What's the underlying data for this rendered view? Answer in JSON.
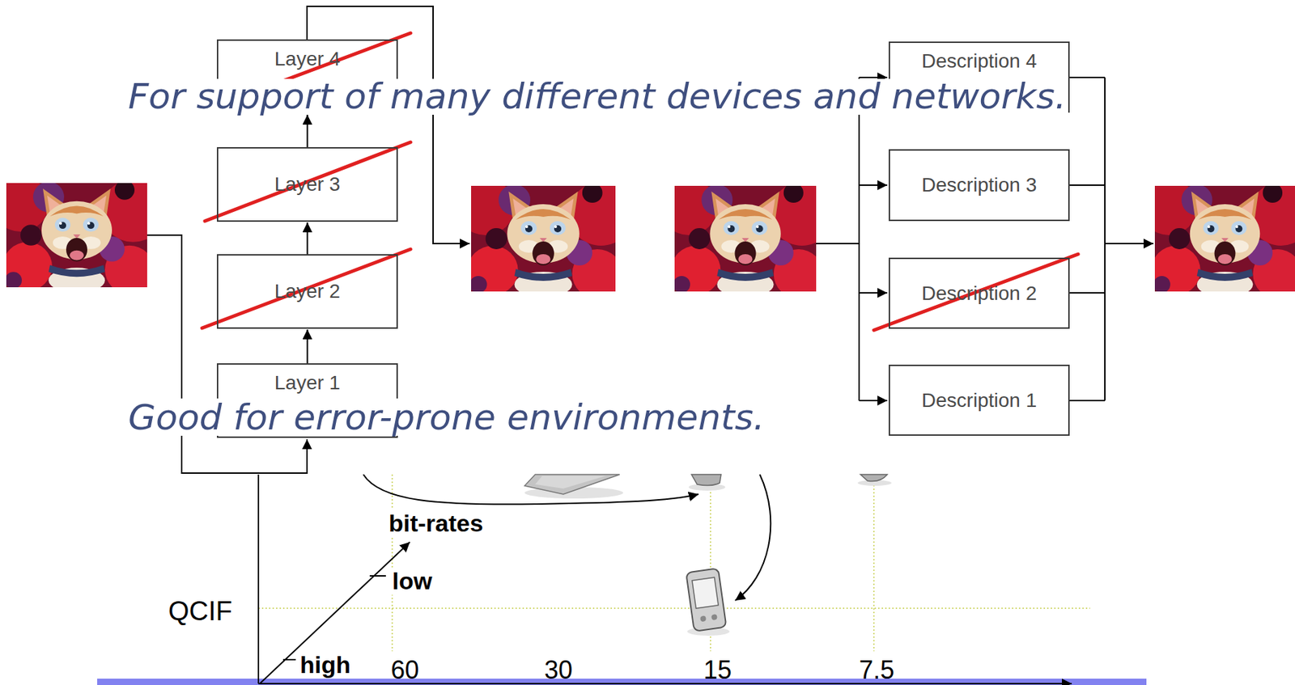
{
  "diagram": {
    "nodes": [
      {
        "text": [
          "Layer 4"
        ]
      },
      {
        "text": [
          "Layer 3"
        ]
      },
      {
        "text": [
          "Layer 2"
        ]
      },
      {
        "text": [
          "Layer 1"
        ]
      },
      {
        "text": [
          "Description 4"
        ]
      },
      {
        "text": [
          "Description 3"
        ]
      },
      {
        "text": [
          "Description 2"
        ]
      },
      {
        "text": [
          "Description 1"
        ]
      }
    ],
    "edges": [
      {
        "from": 3,
        "to": 2,
        "arrow": "to"
      },
      {
        "from": 2,
        "to": 1,
        "arrow": "to"
      },
      {
        "from": 1,
        "to": 0,
        "arrow": "to"
      }
    ],
    "labels": [
      "For support of many different devices and networks.",
      "Good for error-prone environments.",
      "bit-rates",
      "low",
      "QCIF",
      "high",
      "60",
      "30",
      "15",
      "7.5"
    ]
  }
}
